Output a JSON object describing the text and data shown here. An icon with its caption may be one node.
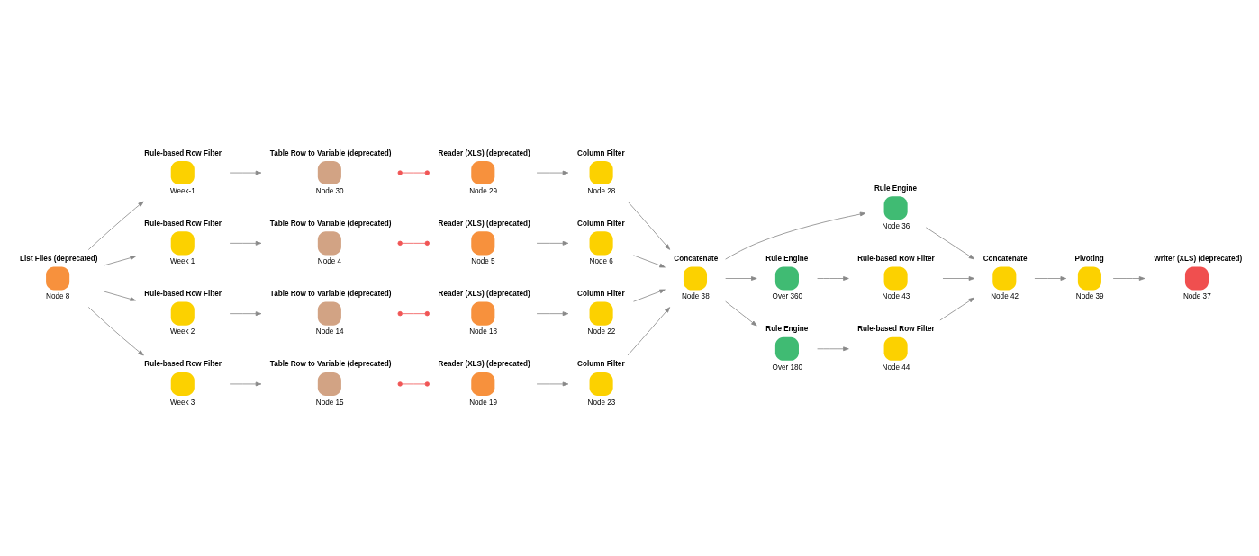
{
  "diagram": {
    "nodes": [
      {
        "text": [
          "List Files (deprecated)",
          "Node 8"
        ]
      },
      {
        "text": [
          "Rule-based Row Filter",
          "Week-1"
        ]
      },
      {
        "text": [
          "Rule-based Row Filter",
          "Week 1"
        ]
      },
      {
        "text": [
          "Rule-based Row Filter",
          "Week 2"
        ]
      },
      {
        "text": [
          "Rule-based Row Filter",
          "Week 3"
        ]
      },
      {
        "text": [
          "Table Row to Variable (deprecated)",
          "Node 30"
        ]
      },
      {
        "text": [
          "Table Row to Variable (deprecated)",
          "Node 4"
        ]
      },
      {
        "text": [
          "Table Row to Variable (deprecated)",
          "Node 14"
        ]
      },
      {
        "text": [
          "Table Row to Variable (deprecated)",
          "Node 15"
        ]
      },
      {
        "text": [
          "Reader (XLS) (deprecated)",
          "Node 29"
        ]
      },
      {
        "text": [
          "Reader (XLS) (deprecated)",
          "Node 5"
        ]
      },
      {
        "text": [
          "Reader (XLS) (deprecated)",
          "Node 18"
        ]
      },
      {
        "text": [
          "Reader (XLS) (deprecated)",
          "Node 19"
        ]
      },
      {
        "text": [
          "Column Filter",
          "Node 28"
        ]
      },
      {
        "text": [
          "Column Filter",
          "Node 6"
        ]
      },
      {
        "text": [
          "Column Filter",
          "Node 22"
        ]
      },
      {
        "text": [
          "Column Filter",
          "Node 23"
        ]
      },
      {
        "text": [
          "Concatenate",
          "Node 38"
        ]
      },
      {
        "text": [
          "Rule Engine",
          "Node 36"
        ]
      },
      {
        "text": [
          "Rule Engine",
          "Over 360"
        ]
      },
      {
        "text": [
          "Rule Engine",
          "Over 180"
        ]
      },
      {
        "text": [
          "Rule-based Row Filter",
          "Node 43"
        ]
      },
      {
        "text": [
          "Rule-based Row Filter",
          "Node 44"
        ]
      },
      {
        "text": [
          "Concatenate",
          "Node 42"
        ]
      },
      {
        "text": [
          "Pivoting",
          "Node 39"
        ]
      },
      {
        "text": [
          "Writer (XLS) (deprecated)",
          "Node 37"
        ]
      }
    ],
    "edges": [
      {
        "from": 0,
        "to": 1,
        "arrow": "to"
      },
      {
        "from": 0,
        "to": 2,
        "arrow": "to"
      },
      {
        "from": 0,
        "to": 3,
        "arrow": "to"
      },
      {
        "from": 0,
        "to": 4,
        "arrow": "to"
      },
      {
        "from": 1,
        "to": 5,
        "arrow": "to"
      },
      {
        "from": 2,
        "to": 6,
        "arrow": "to"
      },
      {
        "from": 3,
        "to": 7,
        "arrow": "to"
      },
      {
        "from": 4,
        "to": 8,
        "arrow": "to"
      },
      {
        "from": 5,
        "to": 9,
        "arrow": "other",
        "color": "#f05555"
      },
      {
        "from": 6,
        "to": 10,
        "arrow": "other",
        "color": "#f05555"
      },
      {
        "from": 7,
        "to": 11,
        "arrow": "other",
        "color": "#f05555"
      },
      {
        "from": 8,
        "to": 12,
        "arrow": "other",
        "color": "#f05555"
      },
      {
        "from": 9,
        "to": 13,
        "arrow": "to"
      },
      {
        "from": 10,
        "to": 14,
        "arrow": "to"
      },
      {
        "from": 11,
        "to": 15,
        "arrow": "to"
      },
      {
        "from": 12,
        "to": 16,
        "arrow": "to"
      },
      {
        "from": 13,
        "to": 17,
        "arrow": "to"
      },
      {
        "from": 14,
        "to": 17,
        "arrow": "to"
      },
      {
        "from": 15,
        "to": 17,
        "arrow": "to"
      },
      {
        "from": 16,
        "to": 17,
        "arrow": "to"
      },
      {
        "from": 17,
        "to": 18,
        "arrow": "to"
      },
      {
        "from": 17,
        "to": 19,
        "arrow": "to"
      },
      {
        "from": 17,
        "to": 20,
        "arrow": "to"
      },
      {
        "from": 18,
        "to": 23,
        "arrow": "to"
      },
      {
        "from": 19,
        "to": 21,
        "arrow": "to"
      },
      {
        "from": 20,
        "to": 22,
        "arrow": "to"
      },
      {
        "from": 21,
        "to": 23,
        "arrow": "to"
      },
      {
        "from": 22,
        "to": 23,
        "arrow": "to"
      },
      {
        "from": 23,
        "to": 24,
        "arrow": "to"
      },
      {
        "from": 24,
        "to": 25,
        "arrow": "to"
      }
    ]
  }
}
